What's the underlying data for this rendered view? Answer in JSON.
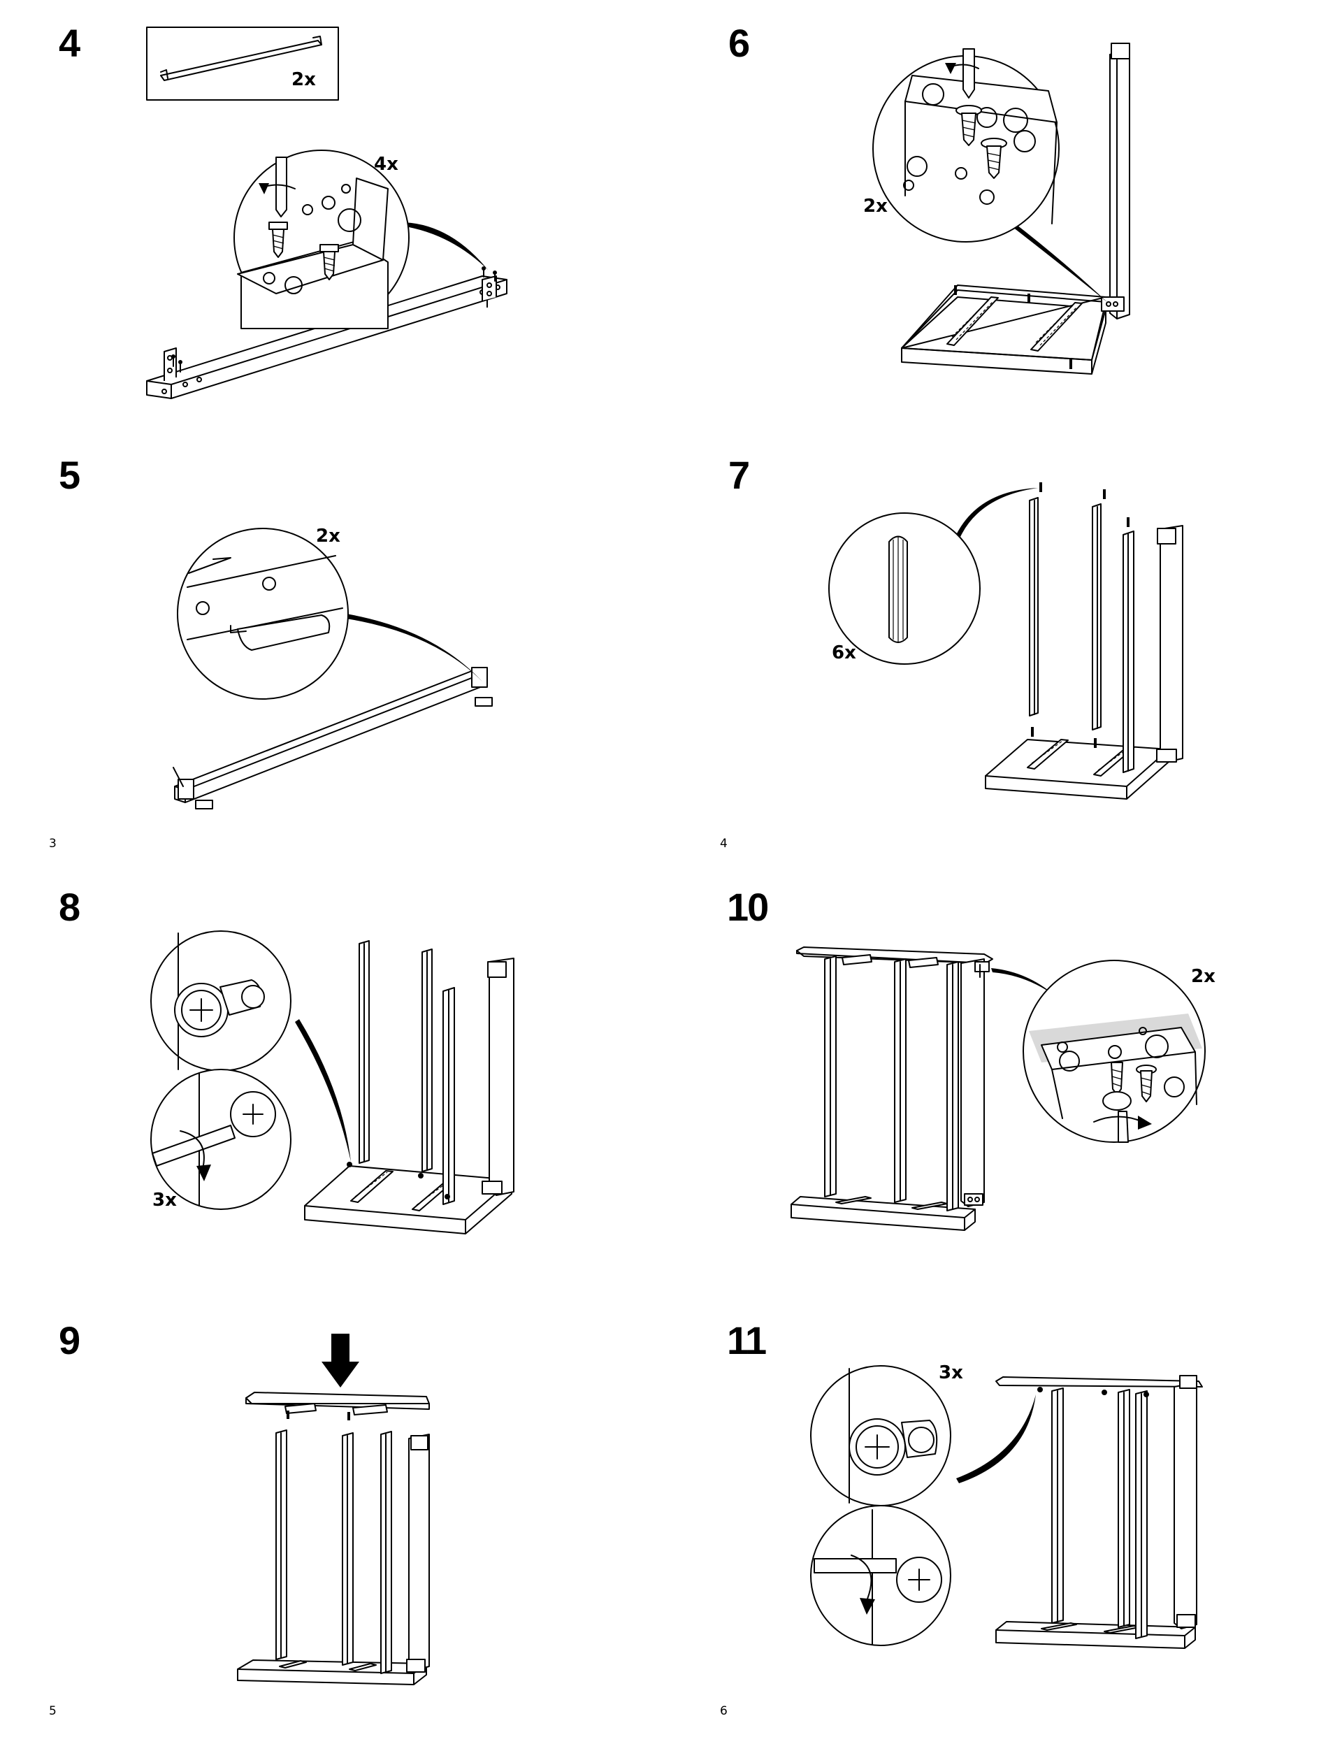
{
  "steps": {
    "s4": "4",
    "s5": "5",
    "s6": "6",
    "s7": "7",
    "s8": "8",
    "s9": "9",
    "s10": "10",
    "s11": "11"
  },
  "quantities": {
    "s4_part": "2x",
    "s4_screws": "4x",
    "s5": "2x",
    "s6": "2x",
    "s7": "6x",
    "s8": "3x",
    "s10": "2x",
    "s11": "3x"
  },
  "pages": {
    "p3": "3",
    "p4": "4",
    "p5": "5",
    "p6": "6"
  },
  "icons": {
    "screwdriver": "screwdriver-icon",
    "screw": "screw-icon",
    "dowel": "dowel-icon",
    "cam_lock": "cam-lock-icon",
    "rotation_arrow": "rotation-arrow-icon",
    "down_arrow": "down-arrow-icon"
  },
  "colors": {
    "ink": "#000000",
    "paper": "#ffffff",
    "shade": "#d9d9d9"
  }
}
